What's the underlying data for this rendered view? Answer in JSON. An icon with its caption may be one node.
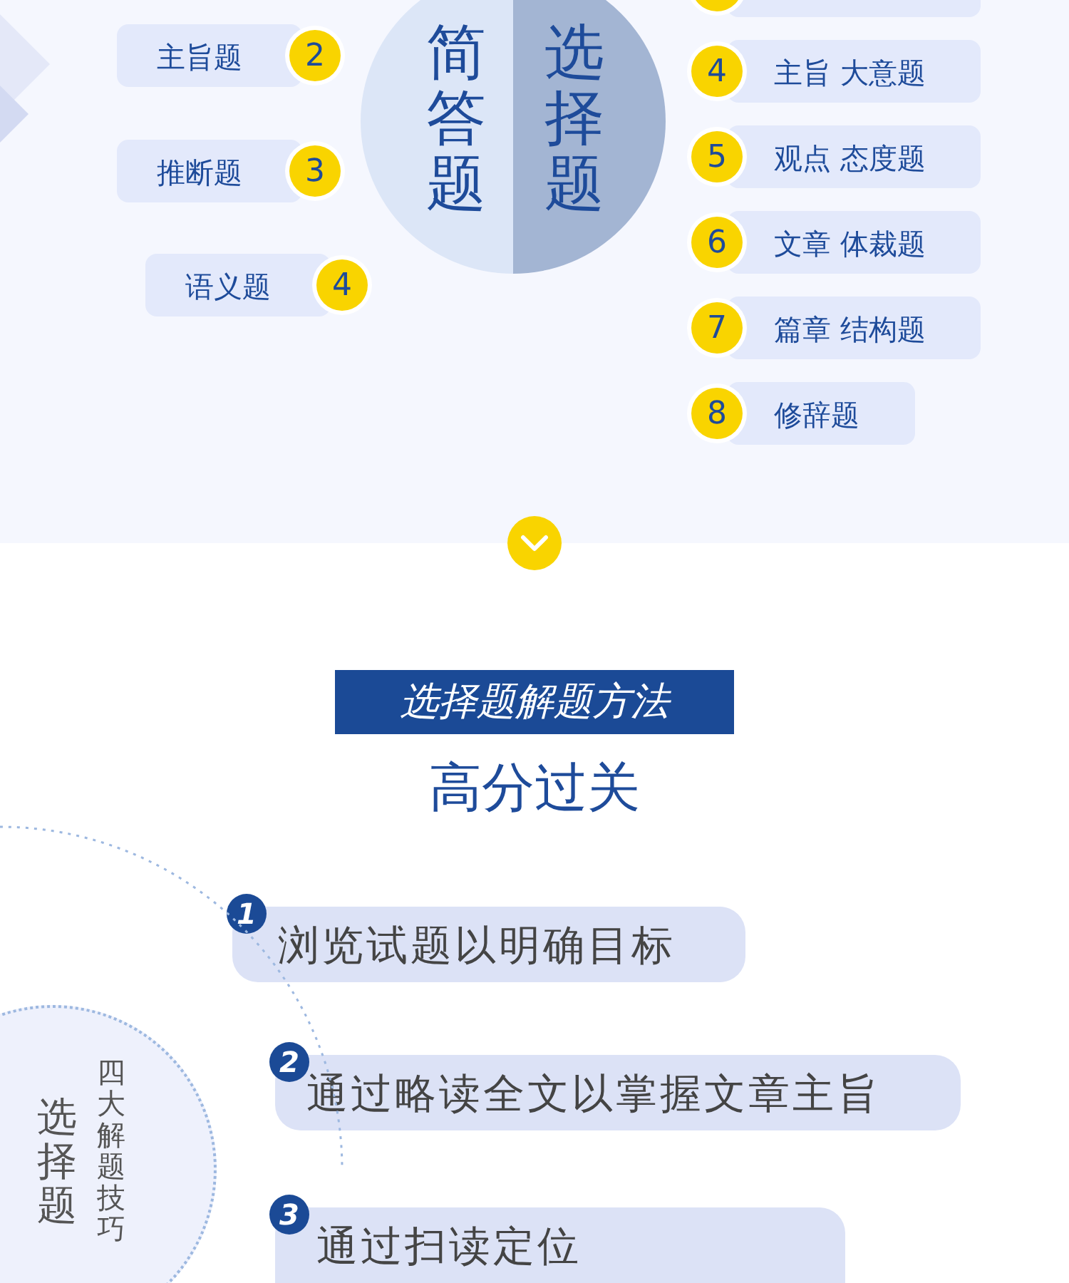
{
  "diagram": {
    "title": "选择题解题方法",
    "nodes": [
      {
        "text": [
          "简答题"
        ]
      },
      {
        "text": [
          "选择题"
        ]
      },
      {
        "text": [
          "主旨题",
          "2"
        ]
      },
      {
        "text": [
          "推断题",
          "3"
        ]
      },
      {
        "text": [
          "语义题",
          "4"
        ]
      },
      {
        "text": [],
        "shape": "box"
      },
      {
        "text": [
          "4",
          "主旨 大意题"
        ]
      },
      {
        "text": [
          "5",
          "观点 态度题"
        ]
      },
      {
        "text": [
          "6",
          "文章 体裁题"
        ]
      },
      {
        "text": [
          "7",
          "篇章 结构题"
        ]
      },
      {
        "text": [
          "8",
          "修辞题"
        ]
      },
      {
        "text": [
          "选择题",
          "四大解题技巧"
        ]
      },
      {
        "text": [
          "1",
          "浏览试题以明确目标"
        ]
      },
      {
        "text": [
          "2",
          "通过略读全文以掌握文章主旨"
        ]
      },
      {
        "text": [
          "3",
          "通过扫读定位"
        ]
      }
    ],
    "labels": [
      "高分过关"
    ]
  }
}
